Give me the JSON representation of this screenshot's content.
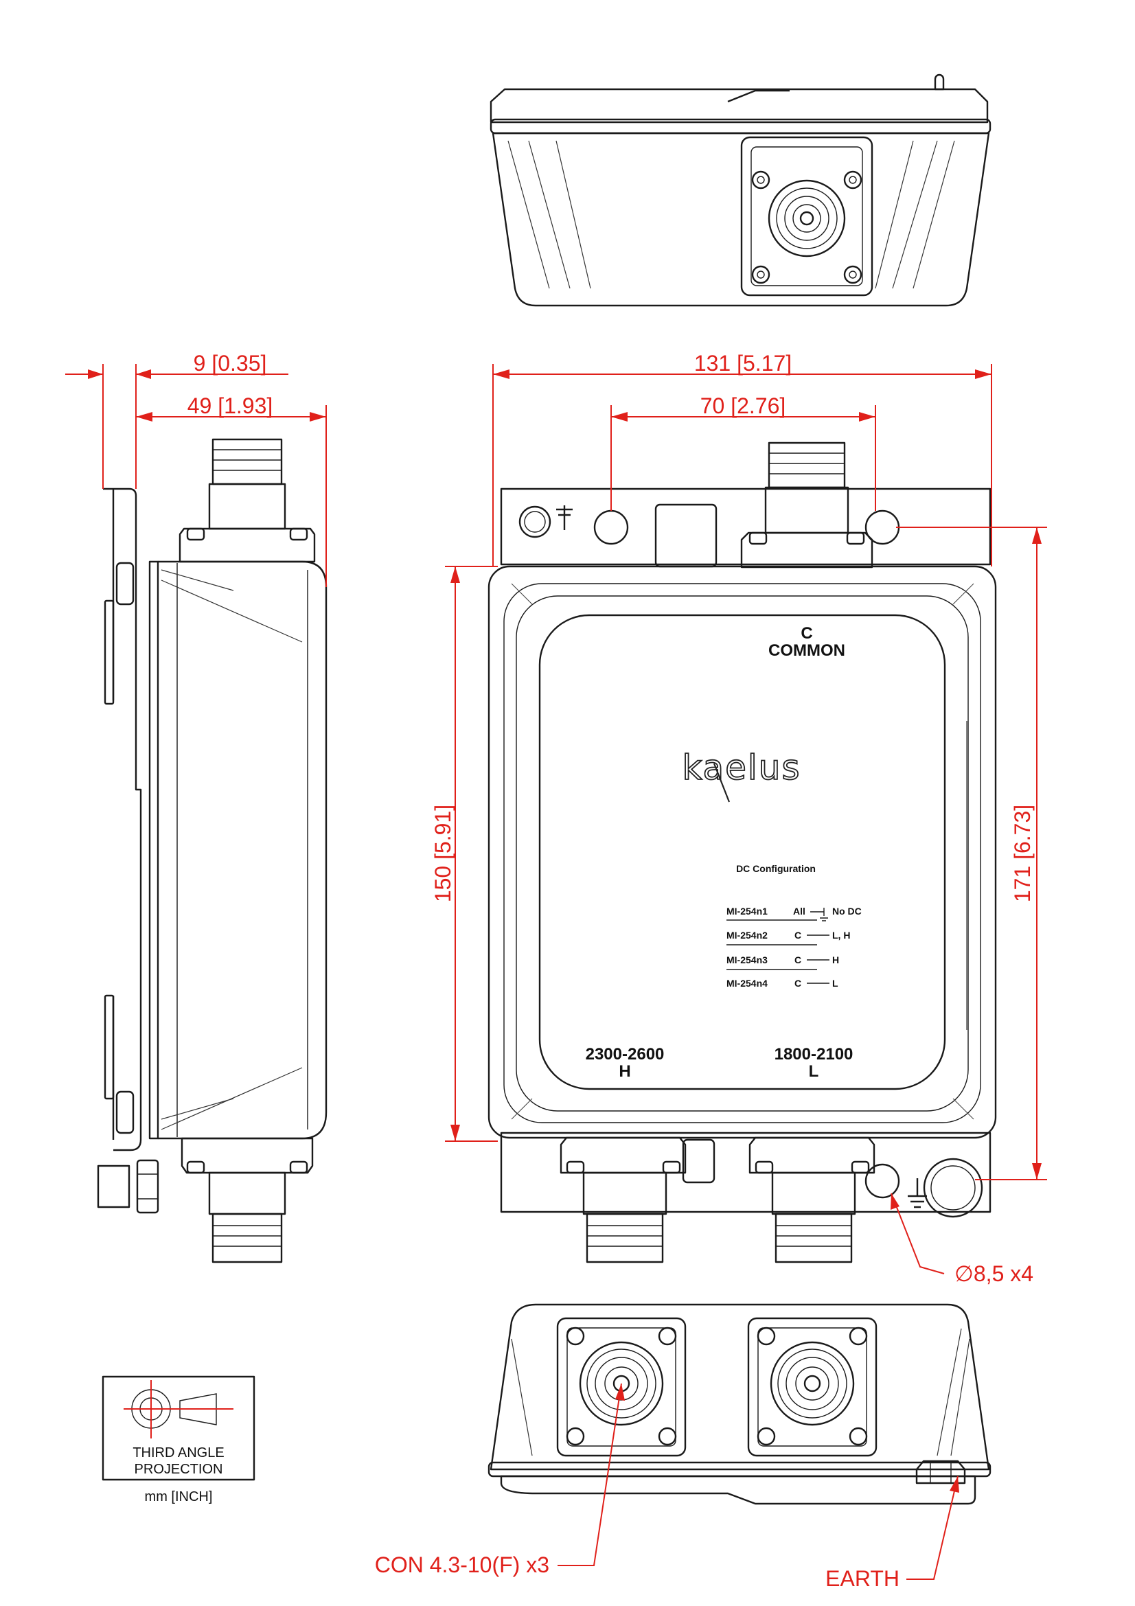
{
  "dimensions": {
    "d_9": "9 [0.35]",
    "d_49": "49 [1.93]",
    "d_131": "131 [5.17]",
    "d_70": "70 [2.76]",
    "d_150": "150 [5.91]",
    "d_171": "171 [6.73]",
    "hole": "∅8,5 x4"
  },
  "callouts": {
    "connector": "CON 4.3-10(F) x3",
    "earth": "EARTH"
  },
  "ports": {
    "common_letter": "C",
    "common_name": "COMMON",
    "high_band": "2300-2600",
    "high_letter": "H",
    "low_band": "1800-2100",
    "low_letter": "L"
  },
  "brand": "kaelus",
  "dc_config": {
    "title": "DC Configuration",
    "rows": [
      {
        "model": "MI-254n1",
        "from": "All",
        "to": "No DC"
      },
      {
        "model": "MI-254n2",
        "from": "C",
        "to": "L, H"
      },
      {
        "model": "MI-254n3",
        "from": "C",
        "to": "H"
      },
      {
        "model": "MI-254n4",
        "from": "C",
        "to": "L"
      }
    ]
  },
  "projection": {
    "line1": "THIRD ANGLE",
    "line2": "PROJECTION",
    "units": "mm [INCH]"
  },
  "colors": {
    "dimension": "#e0201a",
    "outline": "#1a1a1a"
  }
}
